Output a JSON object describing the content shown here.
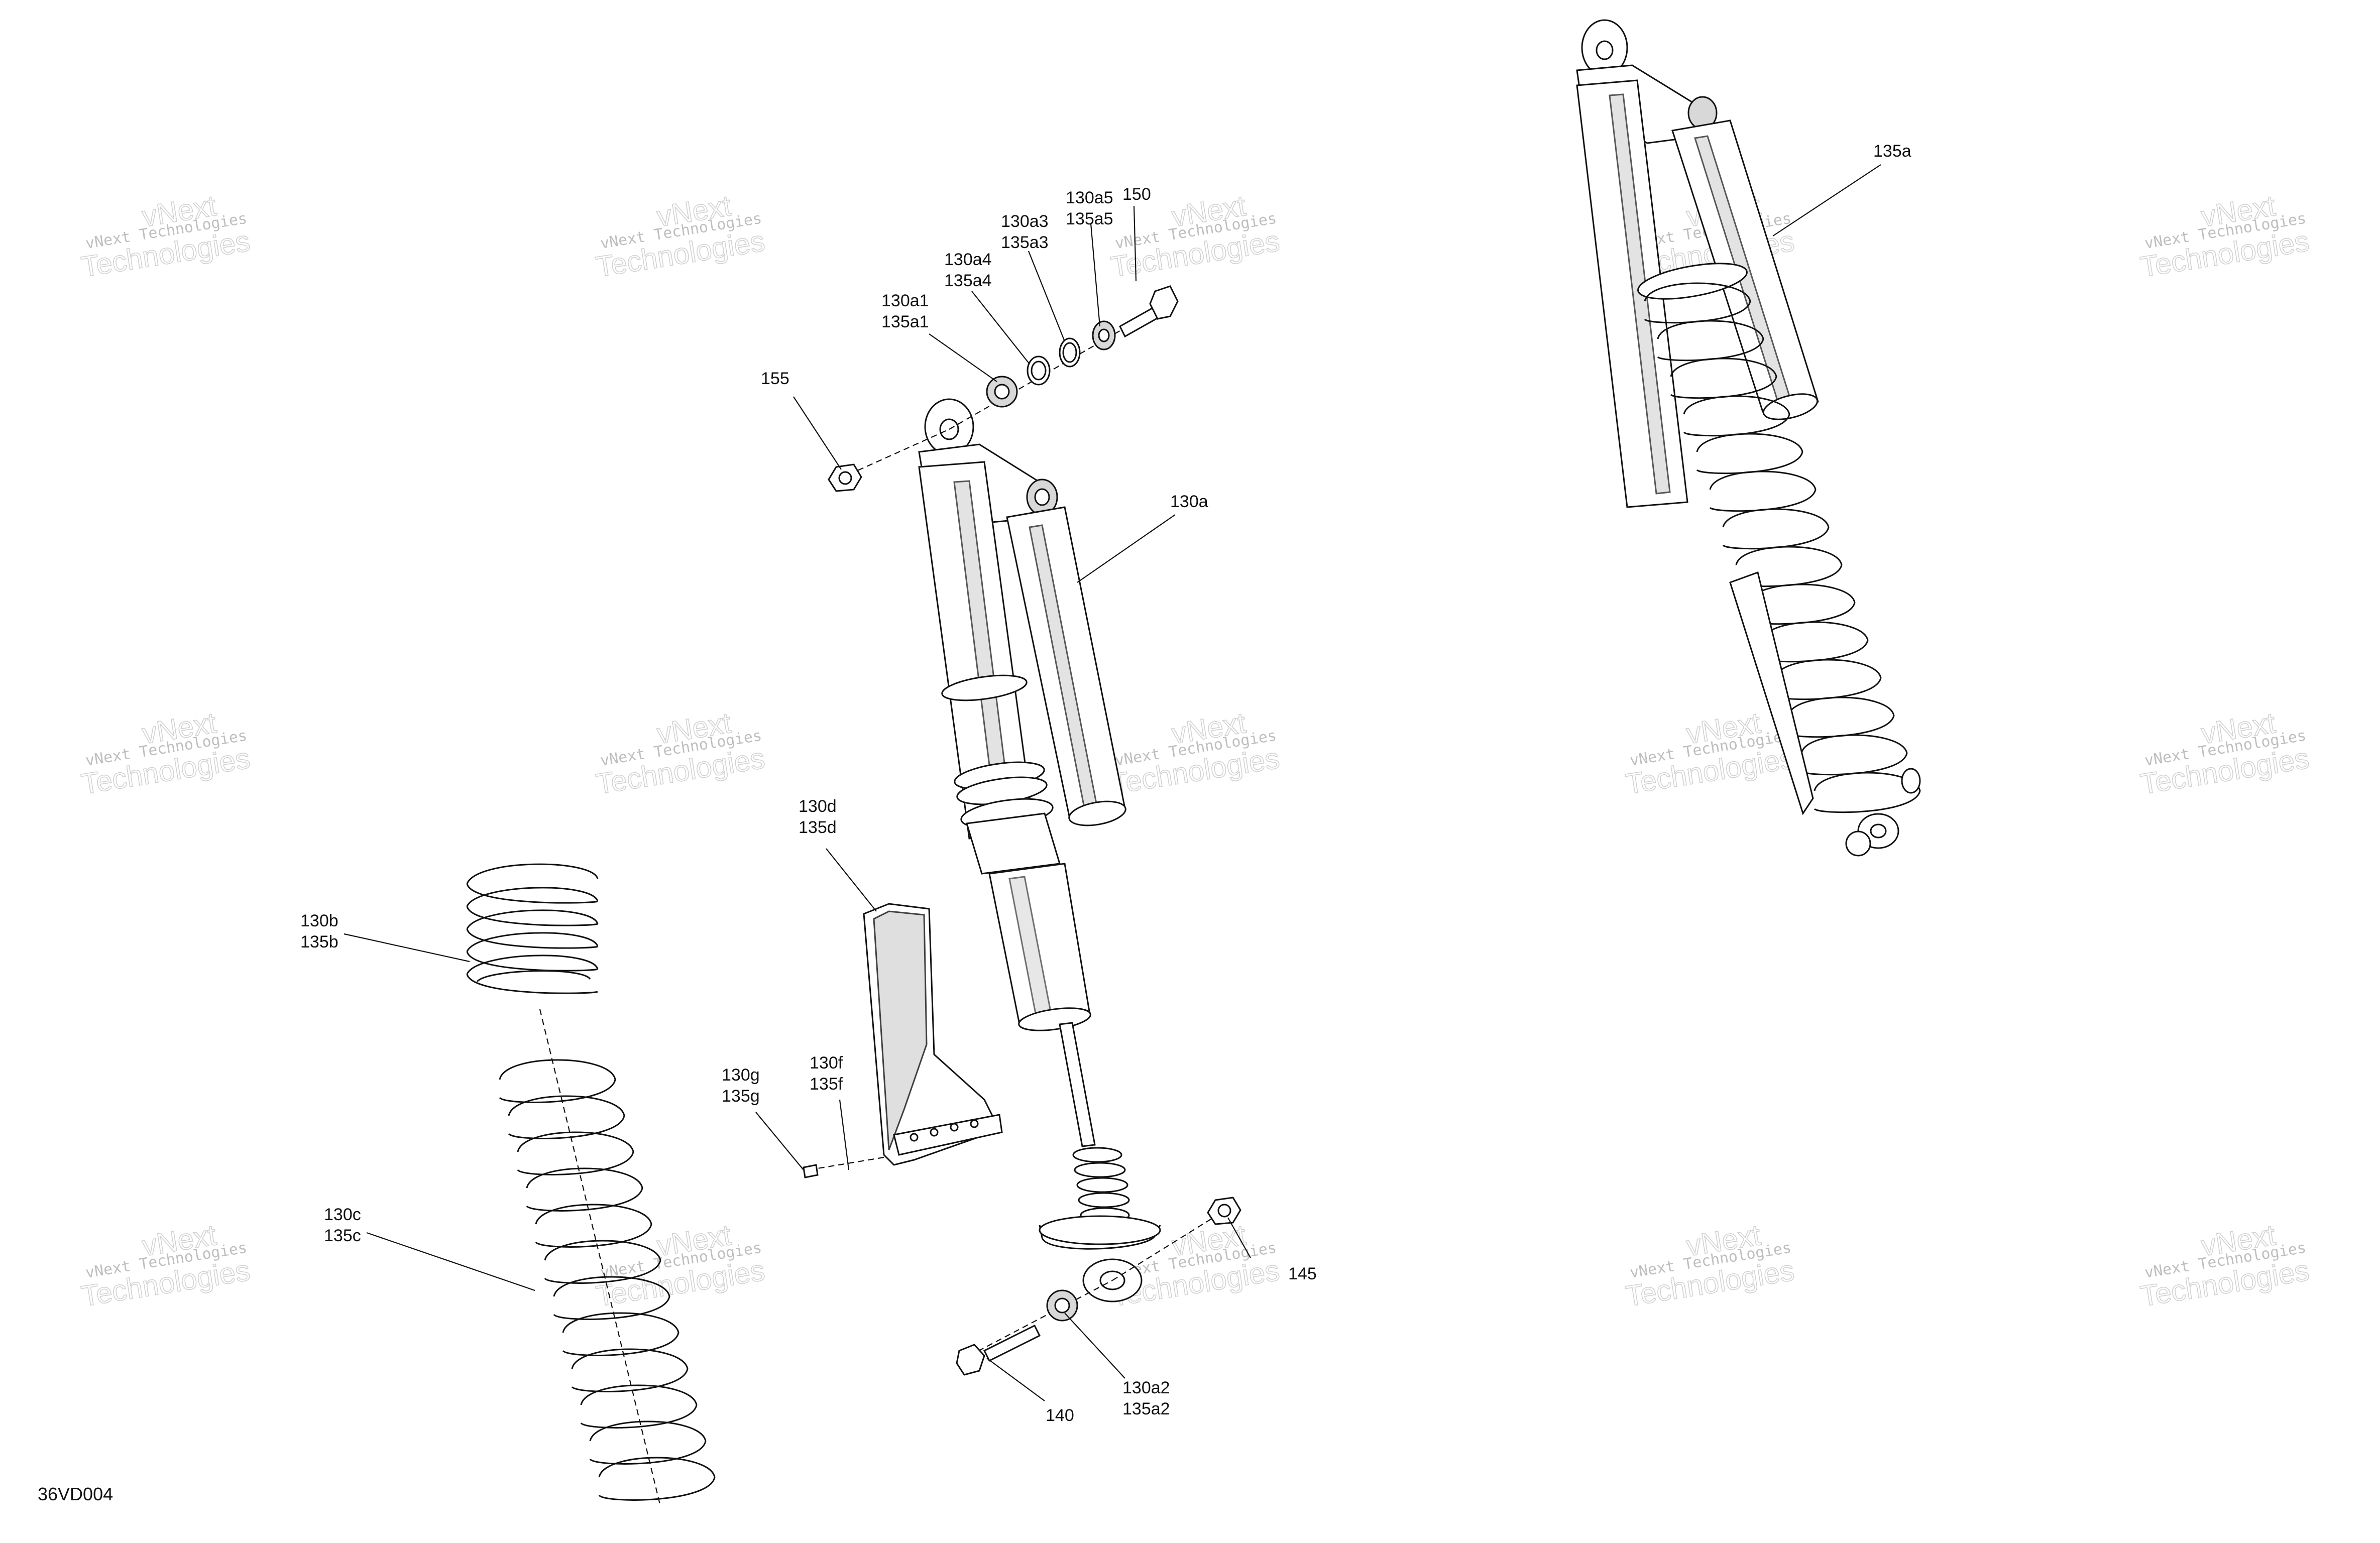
{
  "drawing_reference": "36VD004",
  "watermark": {
    "line_small": "vNext Technologies",
    "line_big_1": "vNext",
    "line_big_2": "Technologies"
  },
  "callouts": [
    {
      "id": "c155",
      "lines": [
        "155"
      ]
    },
    {
      "id": "c130a1",
      "lines": [
        "130a1",
        "135a1"
      ]
    },
    {
      "id": "c130a4",
      "lines": [
        "130a4",
        "135a4"
      ]
    },
    {
      "id": "c130a3",
      "lines": [
        "130a3",
        "135a3"
      ]
    },
    {
      "id": "c130a5",
      "lines": [
        "130a5",
        "135a5"
      ]
    },
    {
      "id": "c150",
      "lines": [
        "150"
      ]
    },
    {
      "id": "c130a",
      "lines": [
        "130a"
      ]
    },
    {
      "id": "c135a",
      "lines": [
        "135a"
      ]
    },
    {
      "id": "c130d",
      "lines": [
        "130d",
        "135d"
      ]
    },
    {
      "id": "c130b",
      "lines": [
        "130b",
        "135b"
      ]
    },
    {
      "id": "c130f",
      "lines": [
        "130f",
        "135f"
      ]
    },
    {
      "id": "c130g",
      "lines": [
        "130g",
        "135g"
      ]
    },
    {
      "id": "c130c",
      "lines": [
        "130c",
        "135c"
      ]
    },
    {
      "id": "c145",
      "lines": [
        "145"
      ]
    },
    {
      "id": "c140",
      "lines": [
        "140"
      ]
    },
    {
      "id": "c130a2",
      "lines": [
        "130a2",
        "135a2"
      ]
    }
  ]
}
